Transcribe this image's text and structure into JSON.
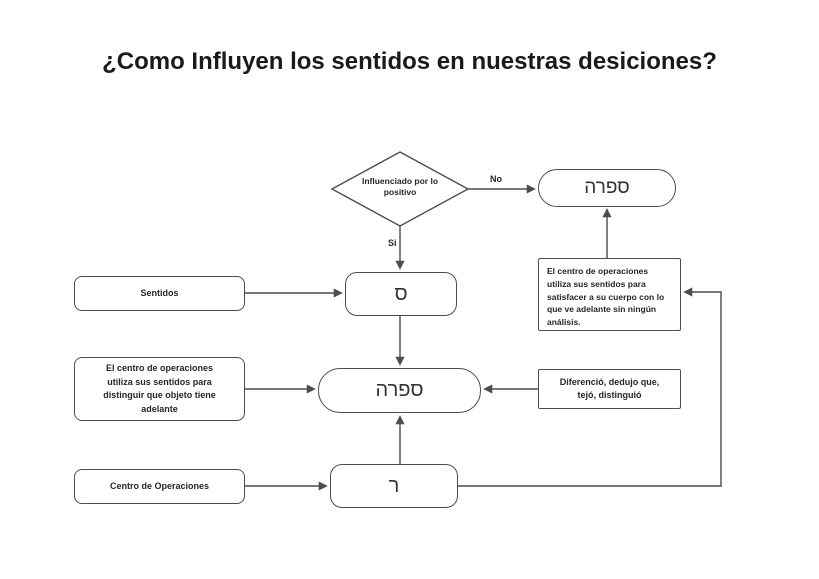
{
  "title": "¿Como Influyen los sentidos en nuestras desiciones?",
  "flowchart": {
    "decision_diamond": "Influenciado por lo positivo",
    "label_no": "No",
    "label_si": "Si",
    "stadium_top_right": "ספרה",
    "box_sentidos": "Sentidos",
    "stadium_samekh": "ס",
    "box_satisfacer": "El centro de operaciones utiliza sus sentidos para satisfacer a su cuerpo con lo que ve adelante sin ningún análisis.",
    "box_distinguir": "El centro de operaciones utiliza sus sentidos para distinguir que objeto tiene adelante",
    "stadium_middle": "ספרה",
    "box_diferencio": "Diferenció, dedujo que, tejó, distinguió",
    "box_centro": "Centro de Operaciones",
    "stadium_resh": "ר"
  },
  "colors": {
    "border": "#4d4d4d",
    "text": "#262626",
    "background": "#ffffff"
  }
}
